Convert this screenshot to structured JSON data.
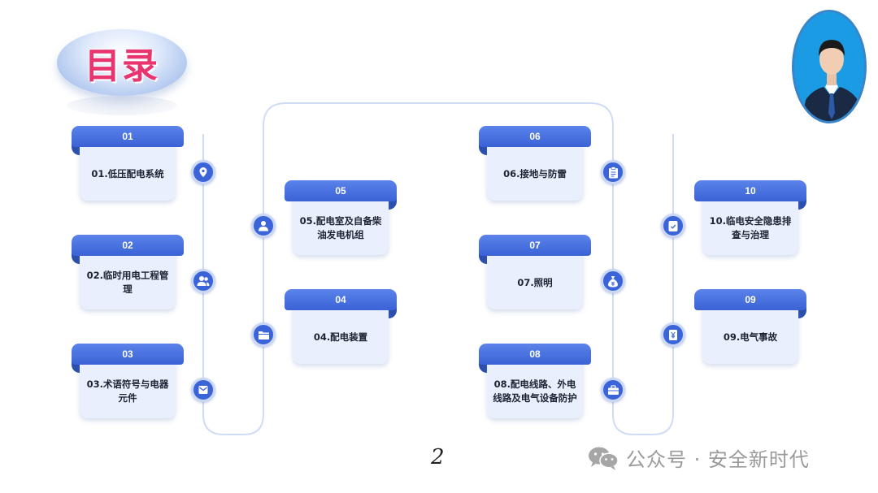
{
  "title": "目录",
  "page_number": "2",
  "watermark": "公众号 · 安全新时代",
  "colors": {
    "accent": "#3b64d8",
    "card_bg": "#e9effc",
    "title": "#e8356f"
  },
  "cards": [
    {
      "num": "01",
      "label": "01.低压配电系统"
    },
    {
      "num": "02",
      "label": "02.临时用电工程管理"
    },
    {
      "num": "03",
      "label": "03.术语符号与电器元件"
    },
    {
      "num": "04",
      "label": "04.配电装置"
    },
    {
      "num": "05",
      "label": "05.配电室及自备柴油发电机组"
    },
    {
      "num": "06",
      "label": "06.接地与防雷"
    },
    {
      "num": "07",
      "label": "07.照明"
    },
    {
      "num": "08",
      "label": "08.配电线路、外电线路及电气设备防护"
    },
    {
      "num": "09",
      "label": "09.电气事故"
    },
    {
      "num": "10",
      "label": "10.临电安全隐患排查与治理"
    }
  ],
  "icons": [
    "location-icon",
    "users-icon",
    "mail-icon",
    "folder-icon",
    "user-icon",
    "clipboard-icon",
    "money-bag-icon",
    "briefcase-icon",
    "yen-card-icon",
    "shield-card-icon"
  ]
}
